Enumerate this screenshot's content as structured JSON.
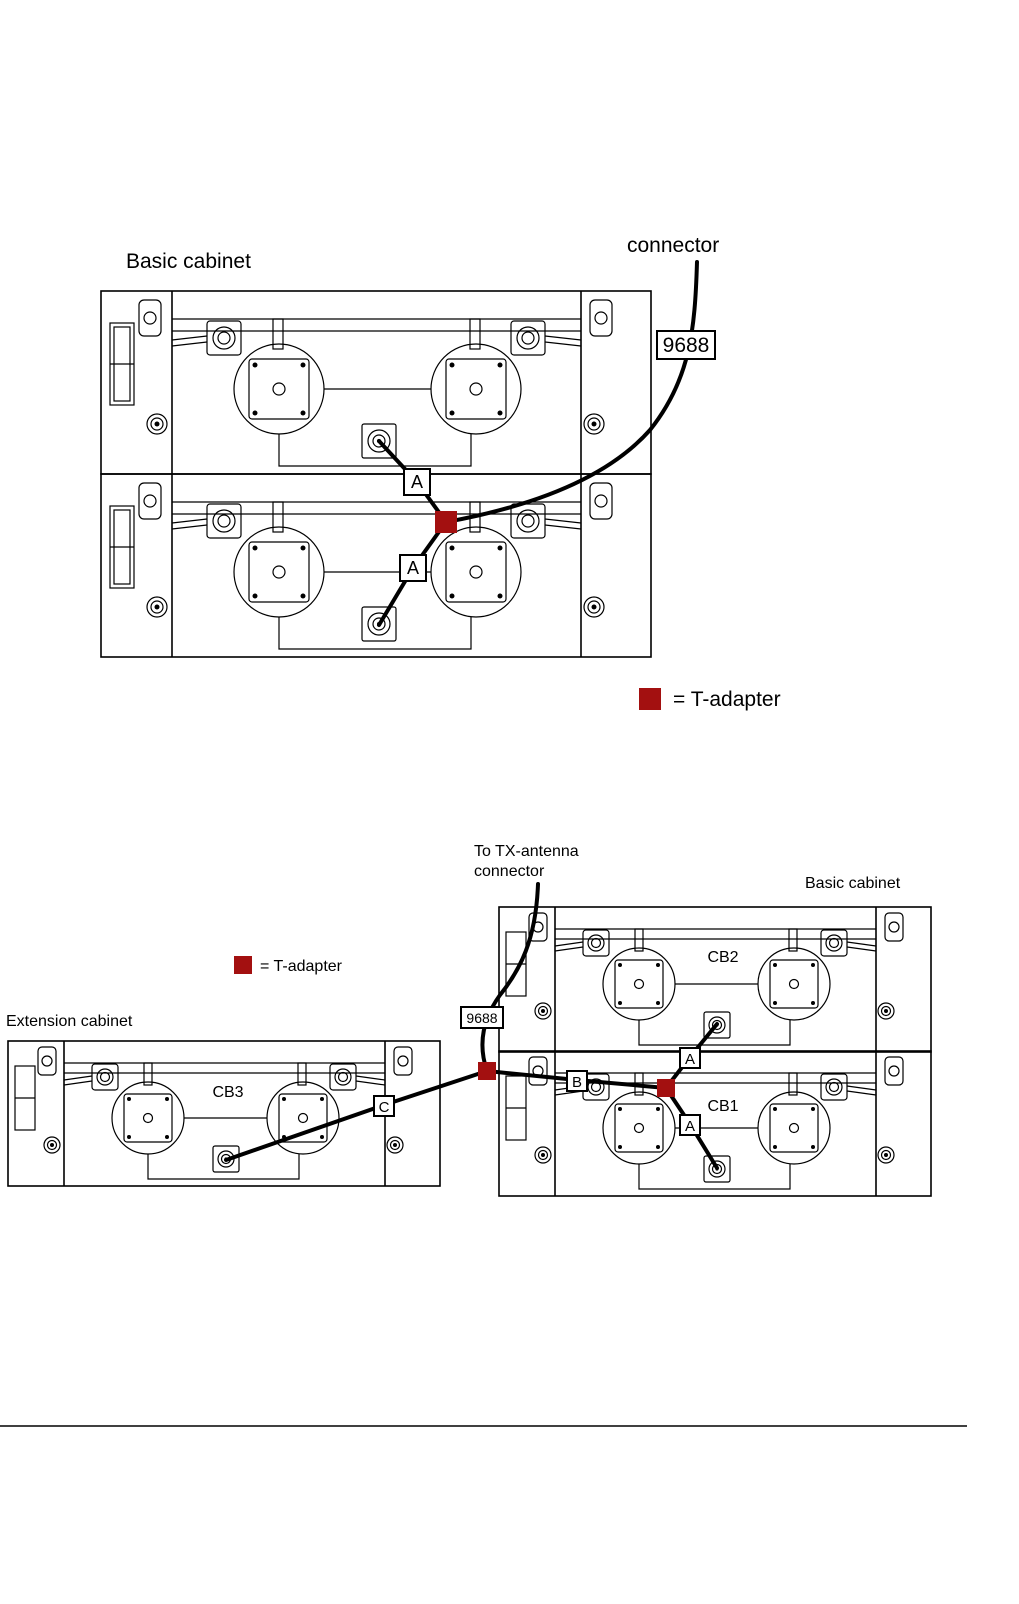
{
  "colors": {
    "t_adapter": "#a31010",
    "line": "#000000",
    "background": "#ffffff"
  },
  "top": {
    "cabinet_label": "Basic cabinet",
    "connector_label": "connector",
    "cable_tag": "9688",
    "link_a_upper": "A",
    "link_a_lower": "A",
    "legend_text": "= T-adapter"
  },
  "bottom": {
    "antenna_label_line1": "To TX-antenna",
    "antenna_label_line2": "connector",
    "basic_cabinet_label": "Basic cabinet",
    "extension_cabinet_label": "Extension cabinet",
    "legend_text": "= T-adapter",
    "cable_tag": "9688",
    "cb1": "CB1",
    "cb2": "CB2",
    "cb3": "CB3",
    "link_a_upper": "A",
    "link_a_lower": "A",
    "link_b": "B",
    "link_c": "C"
  }
}
